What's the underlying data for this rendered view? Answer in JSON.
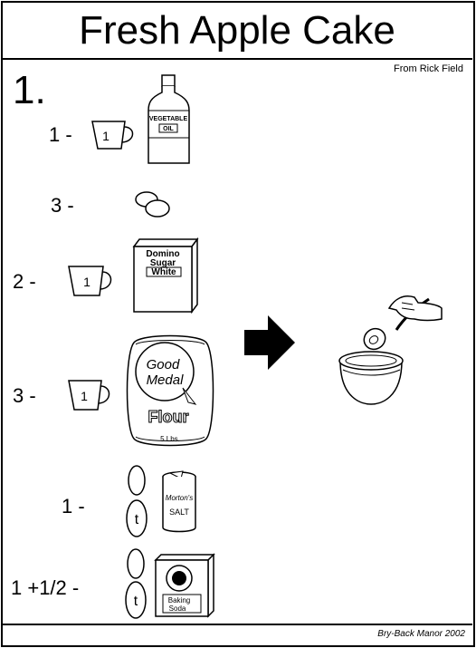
{
  "title": "Fresh Apple Cake",
  "credit": "From Rick Field",
  "step": "1.",
  "signature": "Bry-Back Manor 2002",
  "ingredients": [
    {
      "qty": "1 -",
      "cup": "1",
      "item": "vegetable-oil",
      "label_1": "VEGETABLE",
      "label_2": "OIL"
    },
    {
      "qty": "3 -",
      "item": "eggs"
    },
    {
      "qty": "2 -",
      "cup": "1",
      "item": "sugar",
      "label_1": "Domino",
      "label_2": "Sugar",
      "label_3": "White"
    },
    {
      "qty": "3 -",
      "cup": "1",
      "item": "flour",
      "label_1": "Good",
      "label_2": "Medal",
      "label_3": "Flour",
      "label_4": "5 Lbs."
    },
    {
      "qty": "1 -",
      "spoon": "t",
      "item": "salt",
      "label_1": "Morton's",
      "label_2": "SALT"
    },
    {
      "qty": "1 +1/2 -",
      "spoon": "t",
      "item": "baking-soda",
      "label_1": "Baking",
      "label_2": "Soda"
    }
  ],
  "icons": {
    "arrow": "right-arrow-icon",
    "mix": "mixing-bowl-spoon-icon"
  }
}
